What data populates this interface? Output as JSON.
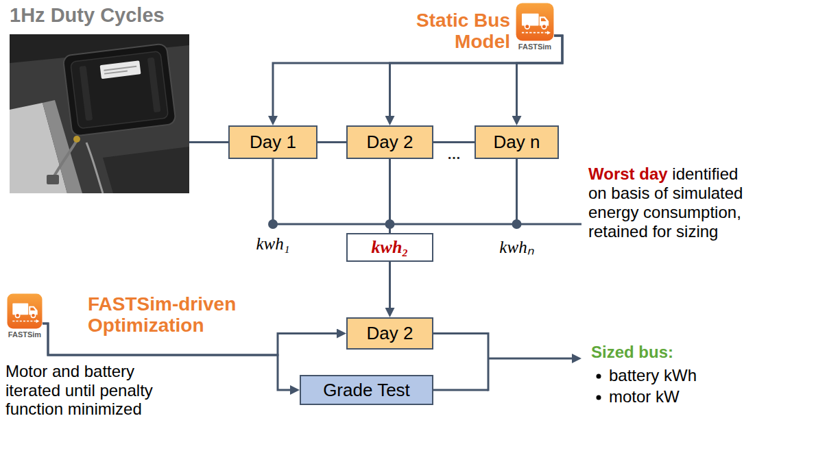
{
  "diagram": {
    "nodes": [
      {
        "text": [
          "1Hz Duty Cycles"
        ]
      },
      {
        "text": [
          "Static Bus Model",
          "FASTSim"
        ]
      },
      {
        "text": [
          "Day 1"
        ]
      },
      {
        "text": [
          "Day 2"
        ]
      },
      {
        "text": [
          "Day n"
        ]
      },
      {
        "text": [
          "kwh₂"
        ]
      },
      {
        "text": [
          "FASTSim-driven Optimization",
          "FASTSim"
        ]
      },
      {
        "text": [
          "Day 2"
        ]
      },
      {
        "text": [
          "Grade Test"
        ]
      }
    ],
    "edges": [
      {
        "from": 0,
        "to": 2,
        "arrow": "none"
      },
      {
        "from": 2,
        "to": 3,
        "arrow": "none"
      },
      {
        "from": 3,
        "to": 4,
        "arrow": "none",
        "label": "…"
      },
      {
        "from": 1,
        "to": 2,
        "arrow": "to"
      },
      {
        "from": 1,
        "to": 3,
        "arrow": "to"
      },
      {
        "from": 1,
        "to": 4,
        "arrow": "to"
      },
      {
        "from": 3,
        "to": 5,
        "arrow": "none"
      },
      {
        "from": 5,
        "to": 7,
        "arrow": "to"
      },
      {
        "from": 6,
        "to": 7,
        "arrow": "to"
      },
      {
        "from": 6,
        "to": 8,
        "arrow": "to"
      }
    ],
    "labels": [
      "kwh₁",
      "kwhₙ",
      "Worst day",
      "identified on basis of simulated energy consumption, retained for sizing",
      "Motor and battery iterated until penalty function minimized",
      "Sized bus:",
      "battery kWh",
      "motor kW"
    ]
  }
}
